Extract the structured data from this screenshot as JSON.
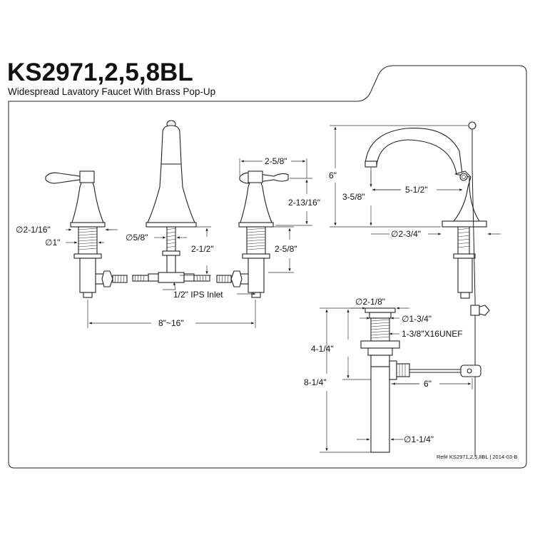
{
  "header": {
    "model": "KS2971,2,5,8BL",
    "description": "Widespread Lavatory Faucet With Brass Pop-Up"
  },
  "front_view": {
    "handle_base_dia": "∅2-1/16\"",
    "shank_dia": "∅1\"",
    "spout_shank_dia": "∅5/8\"",
    "spout_shank_length": "2-1/2\"",
    "handle_width": "2-5/8\"",
    "handle_height": "2-13/16\"",
    "handle_shank_length": "2-5/8\"",
    "inlet": "1/2\" IPS Inlet",
    "spread": "8\"~16\""
  },
  "side_view": {
    "overall_height": "6\"",
    "spout_height": "3-5/8\"",
    "spout_reach": "5-1/2\"",
    "base_dia": "∅2-3/4\""
  },
  "popup_view": {
    "flange_dia": "∅2-1/8\"",
    "body_dia": "∅1-3/4\"",
    "thread": "1-3/8\"X16UNEF",
    "body_height": "4-1/4\"",
    "total_height": "8-1/4\"",
    "rod_length": "6\"",
    "tailpiece_dia": "∅1-1/4\""
  },
  "footer": {
    "ref": "Ref# KS2971,2,5,8BL | 2014-03-B"
  }
}
